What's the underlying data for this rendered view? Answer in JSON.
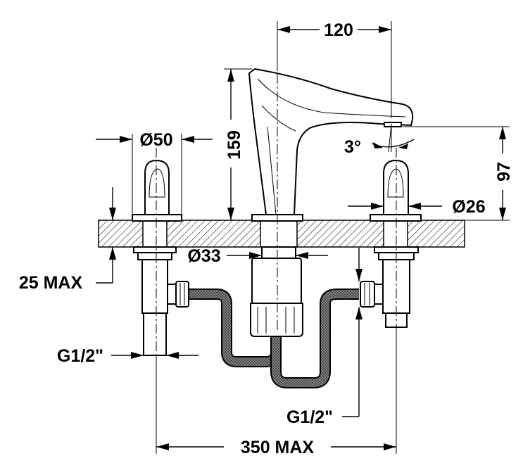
{
  "dimensions": {
    "spout_reach": "120",
    "spout_height": "159",
    "spout_angle": "3°",
    "outlet_height": "97",
    "handle_diameter": "Ø50",
    "handle_base_diameter": "Ø26",
    "hole_diameter": "Ø33",
    "deck_thickness": "25 MAX",
    "left_connection": "G1/2\"",
    "right_connection": "G1/2\"",
    "center_spread": "350 MAX"
  },
  "colors": {
    "ink": "#000000",
    "background": "#ffffff",
    "hose_fill": "#8a8a8a"
  }
}
